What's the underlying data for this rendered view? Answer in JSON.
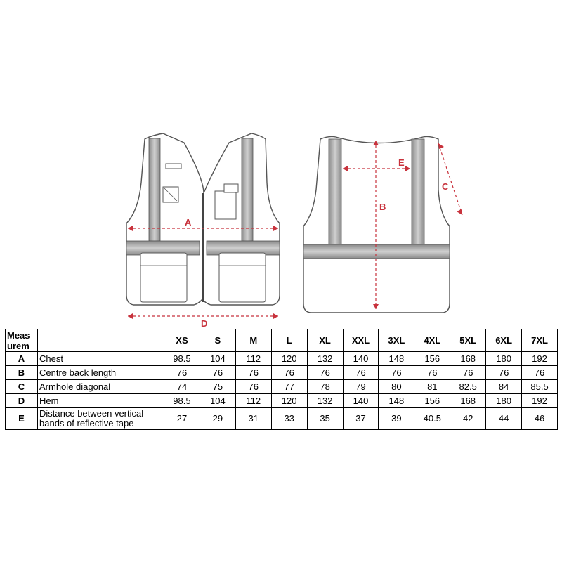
{
  "diagram": {
    "front_labels": {
      "A": "A",
      "D": "D"
    },
    "back_labels": {
      "B": "B",
      "C": "C",
      "E": "E"
    },
    "accent_color": "#c8323c"
  },
  "table": {
    "corner_header": "Meas urem",
    "sizes": [
      "XS",
      "S",
      "M",
      "L",
      "XL",
      "XXL",
      "3XL",
      "4XL",
      "5XL",
      "6XL",
      "7XL"
    ],
    "rows": [
      {
        "code": "A",
        "label": "Chest",
        "values": [
          "98.5",
          "104",
          "112",
          "120",
          "132",
          "140",
          "148",
          "156",
          "168",
          "180",
          "192"
        ]
      },
      {
        "code": "B",
        "label": "Centre back length",
        "values": [
          "76",
          "76",
          "76",
          "76",
          "76",
          "76",
          "76",
          "76",
          "76",
          "76",
          "76"
        ]
      },
      {
        "code": "C",
        "label": "Armhole diagonal",
        "values": [
          "74",
          "75",
          "76",
          "77",
          "78",
          "79",
          "80",
          "81",
          "82.5",
          "84",
          "85.5"
        ]
      },
      {
        "code": "D",
        "label": "Hem",
        "values": [
          "98.5",
          "104",
          "112",
          "120",
          "132",
          "140",
          "148",
          "156",
          "168",
          "180",
          "192"
        ]
      },
      {
        "code": "E",
        "label": "Distance between vertical bands of reflective tape",
        "values": [
          "27",
          "29",
          "31",
          "33",
          "35",
          "37",
          "39",
          "40.5",
          "42",
          "44",
          "46"
        ]
      }
    ]
  }
}
